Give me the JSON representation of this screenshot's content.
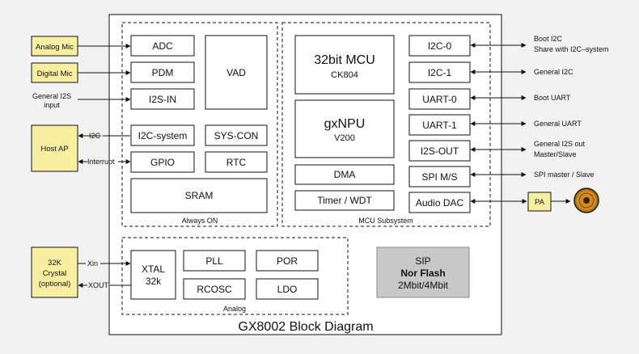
{
  "title": "GX8002 Block Diagram",
  "regions": {
    "always_on": "Always ON",
    "mcu_subsystem": "MCU Subsystem",
    "analog": "Analog"
  },
  "external_left": {
    "analog_mic": "Analog Mic",
    "digital_mic": "Digital Mic",
    "general_i2s_input": [
      "General I2S",
      "input"
    ],
    "host_ap": "Host AP",
    "crystal": [
      "32K",
      "Crystal",
      "(optional)"
    ]
  },
  "signals": {
    "i2c": "I2C",
    "interrupt": "Interrupt",
    "xin": "Xin",
    "xout": "XOUT"
  },
  "always_on_blocks": {
    "adc": "ADC",
    "pdm": "PDM",
    "i2s_in": "I2S-IN",
    "vad": "VAD",
    "i2c_system": "I2C-system",
    "sys_con": "SYS-CON",
    "gpio": "GPIO",
    "rtc": "RTC",
    "sram": "SRAM"
  },
  "mcu_blocks": {
    "mcu_title": "32bit MCU",
    "mcu_sub": "CK804",
    "npu_title": "gxNPU",
    "npu_sub": "V200",
    "dma": "DMA",
    "timer": "Timer / WDT",
    "i2c0": "I2C-0",
    "i2c1": "I2C-1",
    "uart0": "UART-0",
    "uart1": "UART-1",
    "i2s_out": "I2S-OUT",
    "spi": "SPI M/S",
    "audio_dac": "Audio DAC"
  },
  "analog_blocks": {
    "xtal": [
      "XTAL",
      "32k"
    ],
    "pll": "PLL",
    "por": "POR",
    "rcosc": "RCOSC",
    "ldo": "LDO"
  },
  "sip": {
    "line1": "SIP",
    "line2": "Nor Flash",
    "line3": "2Mbit/4Mbit"
  },
  "external_right": {
    "i2c0_desc": [
      "Boot I2C",
      "Share with I2C–system"
    ],
    "i2c1_desc": "General I2C",
    "uart0_desc": "Boot UART",
    "uart1_desc": "General UART",
    "i2s_out_desc": [
      "General I2S out",
      "Master/Slave"
    ],
    "spi_desc": "SPI master / Slave",
    "pa": "PA"
  },
  "colors": {
    "external_fill": "#f7eea0",
    "sip_fill": "#c8c8c8",
    "background": "#f2f2f2",
    "chip_fill": "#ffffff",
    "speaker": "#e0961e"
  },
  "icons": {
    "speaker": "speaker-icon"
  }
}
